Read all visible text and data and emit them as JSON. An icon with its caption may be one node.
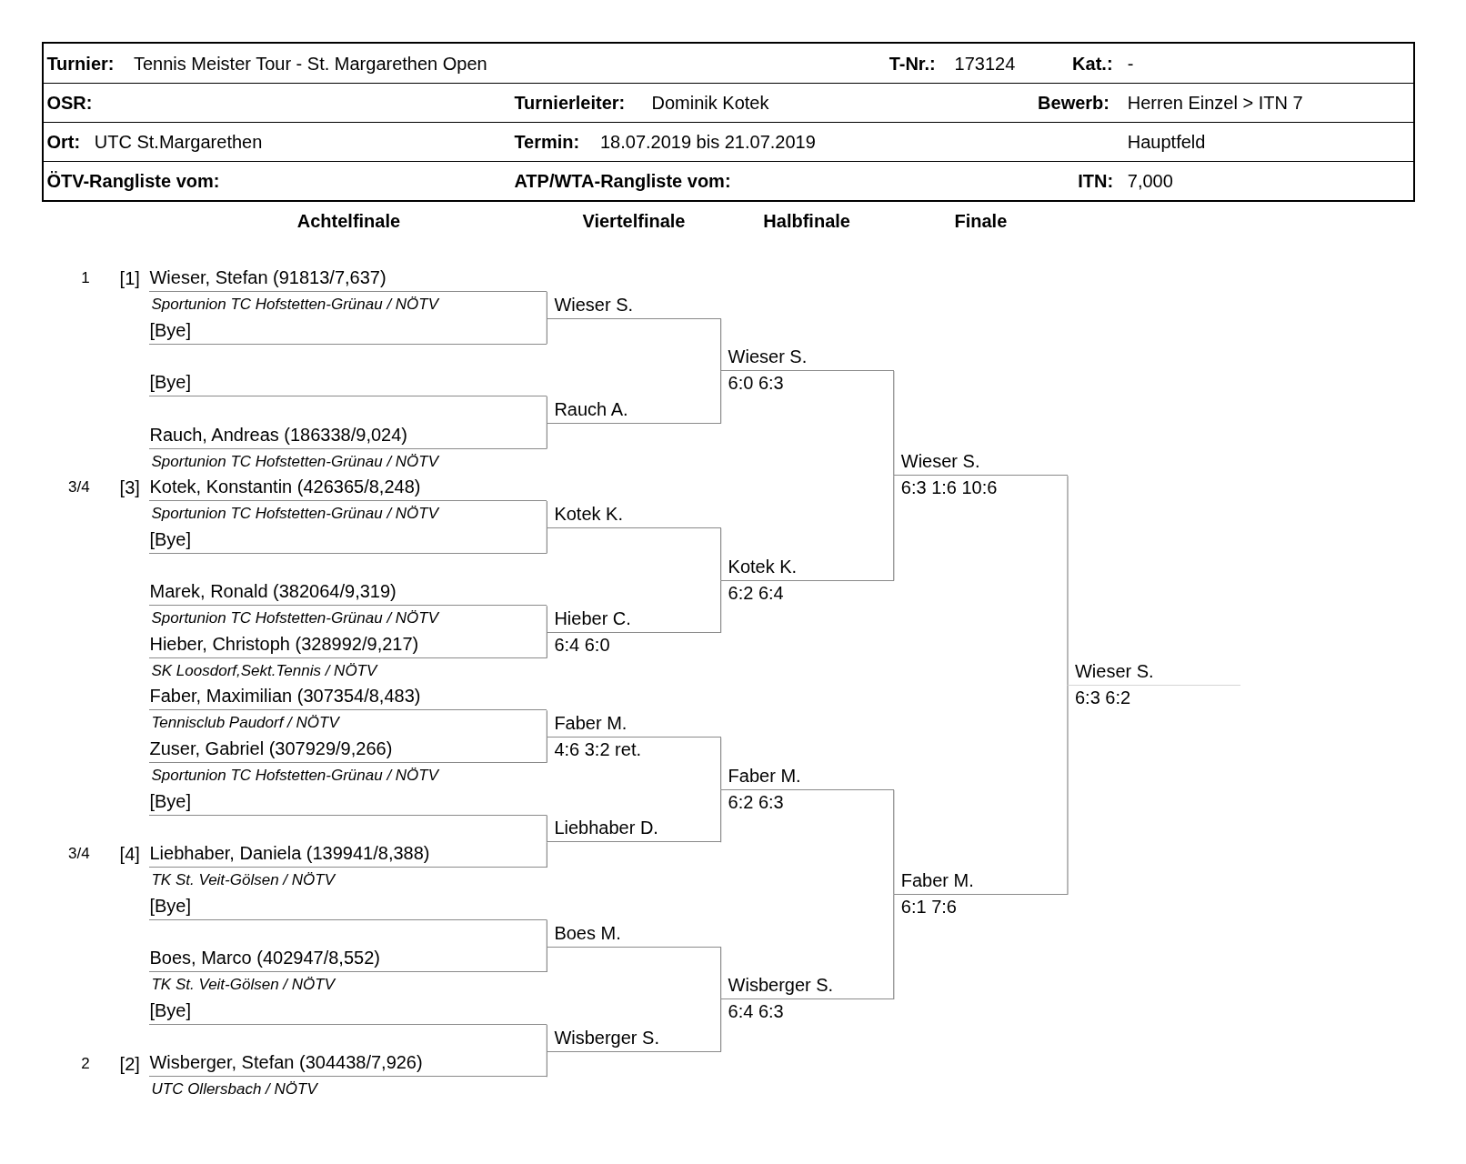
{
  "diagram": {
    "nodes": [
      {
        "text": [
          "Wieser, Stefan (91813/7,637)",
          "Sportunion TC Hofstetten-Grünau / NÖTV"
        ],
        "beside": [
          "1",
          "[1]"
        ]
      },
      {
        "text": [
          "[Bye]"
        ]
      },
      {
        "text": [
          "[Bye]"
        ]
      },
      {
        "text": [
          "Rauch, Andreas (186338/9,024)",
          "Sportunion TC Hofstetten-Grünau / NÖTV"
        ]
      },
      {
        "text": [
          "Kotek, Konstantin (426365/8,248)",
          "Sportunion TC Hofstetten-Grünau / NÖTV"
        ],
        "beside": [
          "3/4",
          "[3]"
        ]
      },
      {
        "text": [
          "[Bye]"
        ]
      },
      {
        "text": [
          "Marek, Ronald (382064/9,319)",
          "Sportunion TC Hofstetten-Grünau / NÖTV"
        ]
      },
      {
        "text": [
          "Hieber, Christoph (328992/9,217)",
          "SK Loosdorf,Sekt.Tennis / NÖTV"
        ]
      },
      {
        "text": [
          "Faber, Maximilian (307354/8,483)",
          "Tennisclub Paudorf / NÖTV"
        ]
      },
      {
        "text": [
          "Zuser, Gabriel (307929/9,266)",
          "Sportunion TC Hofstetten-Grünau / NÖTV"
        ]
      },
      {
        "text": [
          "[Bye]"
        ]
      },
      {
        "text": [
          "Liebhaber, Daniela (139941/8,388)",
          "TK St. Veit-Gölsen / NÖTV"
        ],
        "beside": [
          "3/4",
          "[4]"
        ]
      },
      {
        "text": [
          "[Bye]"
        ]
      },
      {
        "text": [
          "Boes, Marco (402947/8,552)",
          "TK St. Veit-Gölsen / NÖTV"
        ]
      },
      {
        "text": [
          "[Bye]"
        ]
      },
      {
        "text": [
          "Wisberger, Stefan (304438/7,926)",
          "UTC Ollersbach / NÖTV"
        ],
        "beside": [
          "2",
          "[2]"
        ]
      },
      {
        "text": [
          "Wieser S."
        ]
      },
      {
        "text": [
          "Rauch A."
        ]
      },
      {
        "text": [
          "Kotek K."
        ]
      },
      {
        "text": [
          "Hieber C.",
          "6:4 6:0"
        ]
      },
      {
        "text": [
          "Faber M.",
          "4:6 3:2 ret."
        ]
      },
      {
        "text": [
          "Liebhaber D."
        ]
      },
      {
        "text": [
          "Boes M."
        ]
      },
      {
        "text": [
          "Wisberger S."
        ]
      },
      {
        "text": [
          "Wieser S.",
          "6:0 6:3"
        ]
      },
      {
        "text": [
          "Kotek K.",
          "6:2 6:4"
        ]
      },
      {
        "text": [
          "Faber M.",
          "6:2 6:3"
        ]
      },
      {
        "text": [
          "Wisberger S.",
          "6:4 6:3"
        ]
      },
      {
        "text": [
          "Wieser S.",
          "6:3 1:6 10:6"
        ]
      },
      {
        "text": [
          "Faber M.",
          "6:1 7:6"
        ]
      },
      {
        "text": [
          "Wieser S.",
          "6:3 6:2"
        ]
      }
    ],
    "edges": [
      {
        "from": 0,
        "to": 16,
        "arrow": "none"
      },
      {
        "from": 1,
        "to": 16,
        "arrow": "none"
      },
      {
        "from": 2,
        "to": 17,
        "arrow": "none"
      },
      {
        "from": 3,
        "to": 17,
        "arrow": "none"
      },
      {
        "from": 4,
        "to": 18,
        "arrow": "none"
      },
      {
        "from": 5,
        "to": 18,
        "arrow": "none"
      },
      {
        "from": 6,
        "to": 19,
        "arrow": "none"
      },
      {
        "from": 7,
        "to": 19,
        "arrow": "none"
      },
      {
        "from": 8,
        "to": 20,
        "arrow": "none"
      },
      {
        "from": 9,
        "to": 20,
        "arrow": "none"
      },
      {
        "from": 10,
        "to": 21,
        "arrow": "none"
      },
      {
        "from": 11,
        "to": 21,
        "arrow": "none"
      },
      {
        "from": 12,
        "to": 22,
        "arrow": "none"
      },
      {
        "from": 13,
        "to": 22,
        "arrow": "none"
      },
      {
        "from": 14,
        "to": 23,
        "arrow": "none"
      },
      {
        "from": 15,
        "to": 23,
        "arrow": "none"
      },
      {
        "from": 16,
        "to": 24,
        "arrow": "none"
      },
      {
        "from": 17,
        "to": 24,
        "arrow": "none"
      },
      {
        "from": 18,
        "to": 25,
        "arrow": "none"
      },
      {
        "from": 19,
        "to": 25,
        "arrow": "none"
      },
      {
        "from": 20,
        "to": 26,
        "arrow": "none"
      },
      {
        "from": 21,
        "to": 26,
        "arrow": "none"
      },
      {
        "from": 22,
        "to": 27,
        "arrow": "none"
      },
      {
        "from": 23,
        "to": 27,
        "arrow": "none"
      },
      {
        "from": 24,
        "to": 28,
        "arrow": "none"
      },
      {
        "from": 25,
        "to": 28,
        "arrow": "none"
      },
      {
        "from": 26,
        "to": 29,
        "arrow": "none"
      },
      {
        "from": 27,
        "to": 29,
        "arrow": "none"
      },
      {
        "from": 28,
        "to": 30,
        "arrow": "none"
      },
      {
        "from": 29,
        "to": 30,
        "arrow": "none"
      }
    ],
    "labels": [
      "Turnier:",
      "Tennis Meister Tour - St. Margarethen Open",
      "T-Nr.:",
      "173124",
      "Kat.:",
      "-",
      "OSR:",
      "Turnierleiter:",
      "Dominik Kotek",
      "Bewerb:",
      "Herren Einzel > ITN 7",
      "Ort:",
      "UTC St.Margarethen",
      "Termin:",
      "18.07.2019 bis 21.07.2019",
      "Hauptfeld",
      "ÖTV-Rangliste vom:",
      "ATP/WTA-Rangliste vom:",
      "ITN:",
      "7,000",
      "Achtelfinale",
      "Viertelfinale",
      "Halbfinale",
      "Finale"
    ]
  }
}
